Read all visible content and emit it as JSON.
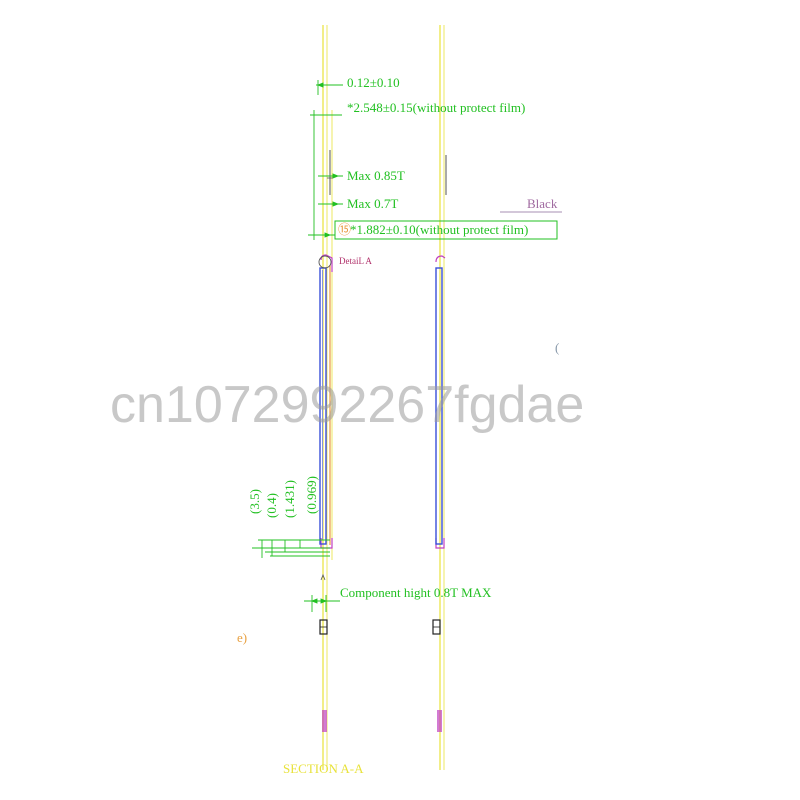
{
  "dimensions": {
    "d1": "0.12±0.10",
    "d2": "*2.548±0.15(without protect film)",
    "d3": "Max 0.85T",
    "d4": "Max 0.7T",
    "d5_symbol": "⑮",
    "d5": "*1.882±0.10(without protect  film)",
    "black_label": "Black",
    "detail_label": "DetaiL A",
    "c_fragment": "(",
    "v1": "(3.5)",
    "v2": "(0.4)",
    "v3": "(1.431)",
    "v4": "(0.969)",
    "component": "Component hight  0.8T MAX",
    "left_fragment": "e)"
  },
  "section_title": "SECTION A-A",
  "watermark": "cn1072992267fgdae",
  "colors": {
    "dim_green": "#22c022",
    "outline_yellow": "#e8e23a",
    "panel_blue": "#3a4fd8",
    "magenta": "#c040c0",
    "orange": "#e89a40",
    "watermark_gray": "#9a9a9a"
  }
}
